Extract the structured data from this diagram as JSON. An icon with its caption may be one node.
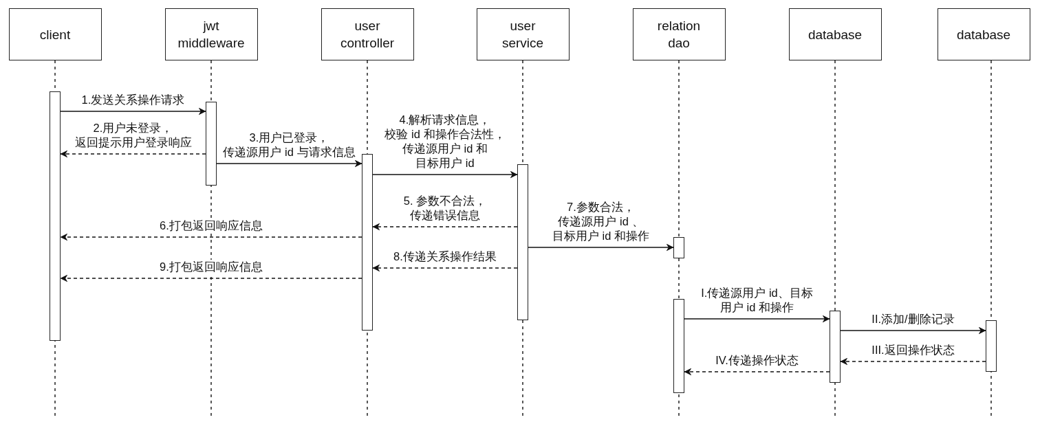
{
  "diagram": {
    "nodes": [
      {
        "text": [
          "client"
        ]
      },
      {
        "text": [
          "jwt middleware"
        ]
      },
      {
        "text": [
          "user controller"
        ]
      },
      {
        "text": [
          "user service"
        ]
      },
      {
        "text": [
          "relation dao"
        ]
      },
      {
        "text": [
          "database"
        ]
      },
      {
        "text": [
          "database"
        ]
      },
      {
        "text": [],
        "shape": "bar"
      },
      {
        "text": [],
        "shape": "bar"
      },
      {
        "text": [],
        "shape": "bar"
      },
      {
        "text": [],
        "shape": "bar"
      },
      {
        "text": [],
        "shape": "bar"
      },
      {
        "text": [],
        "shape": "bar"
      },
      {
        "text": [],
        "shape": "bar"
      },
      {
        "text": [],
        "shape": "bar"
      }
    ],
    "edges": [
      {
        "from": 7,
        "to": 8,
        "arrow": "to",
        "label": "1.发送关系操作请求"
      },
      {
        "from": 8,
        "to": 7,
        "arrow": "to",
        "style": "dashed",
        "label": "2.用户未登录，返回提示用户登录响应"
      },
      {
        "from": 8,
        "to": 9,
        "arrow": "to",
        "label": "3.用户已登录，传递源用户 id 与请求信息"
      },
      {
        "from": 9,
        "to": 10,
        "arrow": "to",
        "label": "4.解析请求信息，校验 id 和操作合法性，传递源用户 id 和目标用户 id"
      },
      {
        "from": 10,
        "to": 9,
        "arrow": "to",
        "style": "dashed",
        "label": "5. 参数不合法，传递错误信息"
      },
      {
        "from": 9,
        "to": 7,
        "arrow": "to",
        "style": "dashed",
        "label": "6.打包返回响应信息"
      },
      {
        "from": 10,
        "to": 11,
        "arrow": "to",
        "label": "7.参数合法，传递源用户 id 、目标用户 id 和操作"
      },
      {
        "from": 10,
        "to": 9,
        "arrow": "to",
        "style": "dashed",
        "label": "8.传递关系操作结果"
      },
      {
        "from": 9,
        "to": 7,
        "arrow": "to",
        "style": "dashed",
        "label": "9.打包返回响应信息"
      },
      {
        "from": 12,
        "to": 13,
        "arrow": "to",
        "label": "I.传递源用户 id、目标用户 id 和操作"
      },
      {
        "from": 13,
        "to": 14,
        "arrow": "to",
        "label": "II.添加/删除记录"
      },
      {
        "from": 14,
        "to": 13,
        "arrow": "to",
        "style": "dashed",
        "label": "III.返回操作状态"
      },
      {
        "from": 13,
        "to": 12,
        "arrow": "to",
        "style": "dashed",
        "label": "IV.传递操作状态"
      },
      {
        "from": 0,
        "to": null,
        "arrow": "none",
        "style": "dashed"
      },
      {
        "from": 1,
        "to": null,
        "arrow": "none",
        "style": "dashed"
      },
      {
        "from": 2,
        "to": null,
        "arrow": "none",
        "style": "dashed"
      },
      {
        "from": 3,
        "to": null,
        "arrow": "none",
        "style": "dashed"
      },
      {
        "from": 4,
        "to": null,
        "arrow": "none",
        "style": "dashed"
      },
      {
        "from": 5,
        "to": null,
        "arrow": "none",
        "style": "dashed"
      },
      {
        "from": 6,
        "to": null,
        "arrow": "none",
        "style": "dashed"
      }
    ]
  }
}
